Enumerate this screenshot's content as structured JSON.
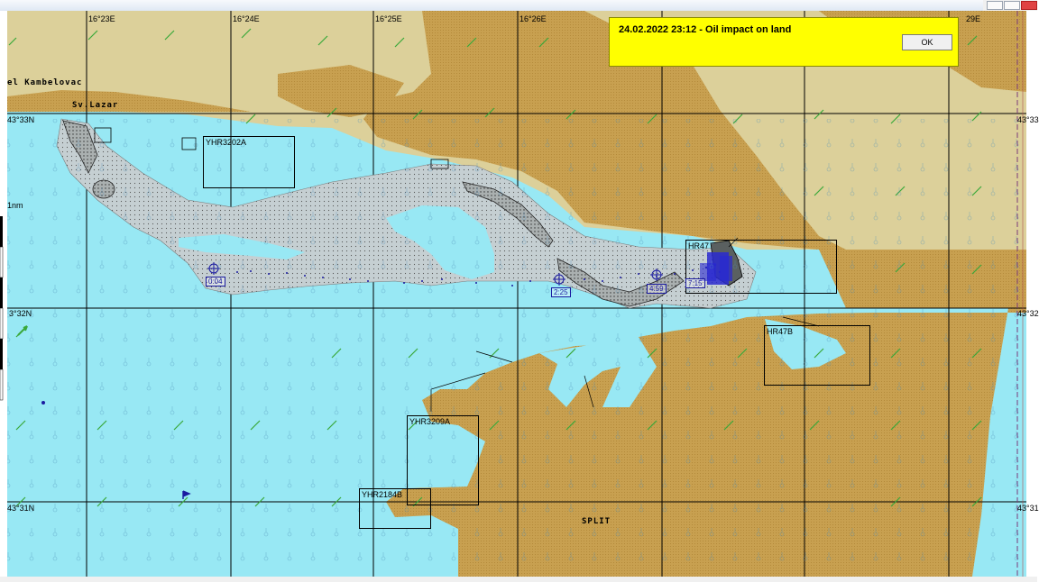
{
  "alert": {
    "message": "24.02.2022 23:12 - Oil impact on land",
    "ok_label": "OK"
  },
  "chart": {
    "lon_labels": [
      "16°23E",
      "16°24E",
      "16°25E",
      "16°26E",
      "29E"
    ],
    "lat_labels_left": [
      "43°33N",
      "3°32N",
      "43°31N"
    ],
    "lat_labels_right": [
      "43°33",
      "43°32",
      "43°31"
    ],
    "place_names": {
      "kambelovac": "el Kambelovac",
      "sv_lazar": "Sv.Lazar",
      "split": "SPLIT"
    },
    "scale_label": "1nm",
    "zones": [
      "YHR3202A",
      "HR47",
      "HR47B",
      "YHR3209A",
      "YHR2184B"
    ],
    "time_markers": [
      "0:04",
      "2:25",
      "4:59",
      "7:15"
    ],
    "colors": {
      "sea": "#98e8f4",
      "land": "#c8a050",
      "land_light": "#dcd09a",
      "oil": "#c8d0d0",
      "alert": "#ffff00",
      "current_arrow": "#3aa83a",
      "trajectory": "#1a1aa0"
    }
  }
}
